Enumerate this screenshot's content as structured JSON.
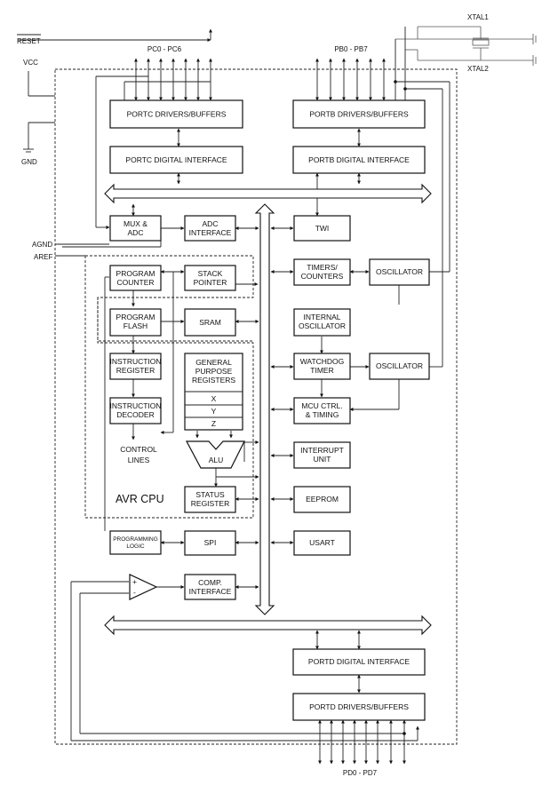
{
  "pins": {
    "reset": "RESET",
    "vcc": "VCC",
    "gnd": "GND",
    "agnd": "AGND",
    "aref": "AREF",
    "xtal1": "XTAL1",
    "xtal2": "XTAL2",
    "portc_pins": "PC0 - PC6",
    "portb_pins": "PB0 - PB7",
    "portd_pins": "PD0 - PD7"
  },
  "blocks": {
    "portc_drivers": [
      "PORTC DRIVERS/BUFFERS"
    ],
    "portc_digital": [
      "PORTC DIGITAL INTERFACE"
    ],
    "portb_drivers": [
      "PORTB DRIVERS/BUFFERS"
    ],
    "portb_digital": [
      "PORTB DIGITAL INTERFACE"
    ],
    "mux_adc": [
      "MUX &",
      "ADC"
    ],
    "adc_interface": [
      "ADC",
      "INTERFACE"
    ],
    "twi": [
      "TWI"
    ],
    "program_counter": [
      "PROGRAM",
      "COUNTER"
    ],
    "stack_pointer": [
      "STACK",
      "POINTER"
    ],
    "timers_counters": [
      "TIMERS/",
      "COUNTERS"
    ],
    "oscillator_1": [
      "OSCILLATOR"
    ],
    "program_flash": [
      "PROGRAM",
      "FLASH"
    ],
    "sram": [
      "SRAM"
    ],
    "internal_oscillator": [
      "INTERNAL",
      "OSCILLATOR"
    ],
    "instruction_register": [
      "INSTRUCTION",
      "REGISTER"
    ],
    "gp_registers": [
      "GENERAL",
      "PURPOSE",
      "REGISTERS"
    ],
    "watchdog_timer": [
      "WATCHDOG",
      "TIMER"
    ],
    "oscillator_2": [
      "OSCILLATOR"
    ],
    "instruction_decoder": [
      "INSTRUCTION",
      "DECODER"
    ],
    "mcu_ctrl": [
      "MCU CTRL.",
      "& TIMING"
    ],
    "interrupt_unit": [
      "INTERRUPT",
      "UNIT"
    ],
    "status_register": [
      "STATUS",
      "REGISTER"
    ],
    "eeprom": [
      "EEPROM"
    ],
    "programming_logic": [
      "PROGRAMMING",
      "LOGIC"
    ],
    "spi": [
      "SPI"
    ],
    "usart": [
      "USART"
    ],
    "comp_interface": [
      "COMP.",
      "INTERFACE"
    ],
    "portd_digital": [
      "PORTD DIGITAL INTERFACE"
    ],
    "portd_drivers": [
      "PORTD DRIVERS/BUFFERS"
    ]
  },
  "registers": {
    "x": "X",
    "y": "Y",
    "z": "Z"
  },
  "labels": {
    "alu": "ALU",
    "control_lines": [
      "CONTROL",
      "LINES"
    ],
    "avr_cpu": "AVR CPU",
    "comp_plus": "+",
    "comp_minus": "-"
  }
}
